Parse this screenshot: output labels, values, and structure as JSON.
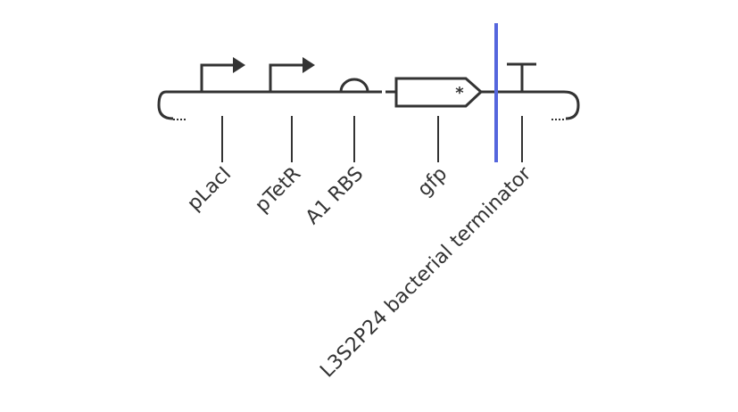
{
  "parts": [
    {
      "id": "pLacI",
      "kind": "promoter",
      "label": "pLacI"
    },
    {
      "id": "pTetR",
      "kind": "promoter",
      "label": "pTetR"
    },
    {
      "id": "a1-rbs",
      "kind": "rbs",
      "label": "A1 RBS"
    },
    {
      "id": "gfp",
      "kind": "cds",
      "label": "gfp",
      "marker": "*"
    },
    {
      "id": "l3s2p24",
      "kind": "terminator",
      "label": "L3S2P24 bacterial terminator"
    }
  ],
  "colors": {
    "backbone": "#333333",
    "highlight_line": "#5566dd",
    "label": "#333333"
  }
}
